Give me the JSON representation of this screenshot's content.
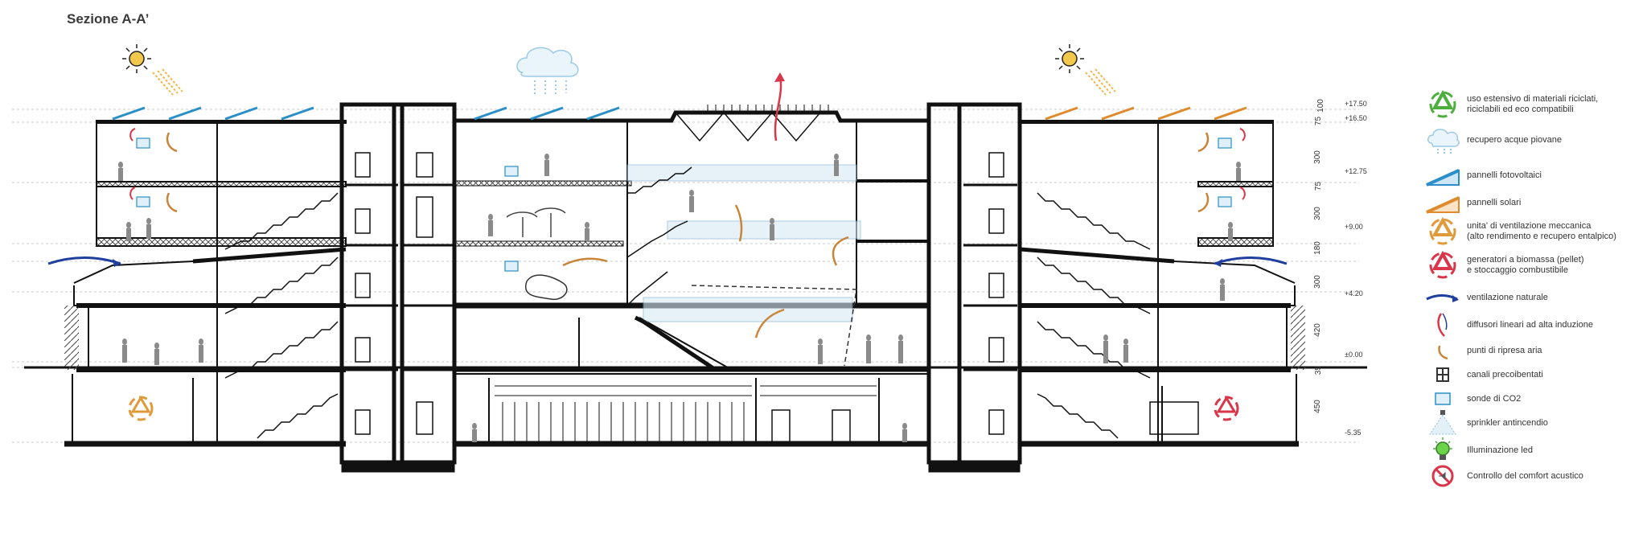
{
  "title": "Sezione A-A’",
  "levels": [
    {
      "label": "+17.50"
    },
    {
      "label": "+16.50"
    },
    {
      "label": "+12.75"
    },
    {
      "label": "+9.00"
    },
    {
      "label": "+4.20"
    },
    {
      "label": "±0.00"
    },
    {
      "label": "-5.35"
    }
  ],
  "dimensions": [
    "75",
    "100",
    "300",
    "75",
    "300",
    "180",
    "300",
    "420",
    "35",
    "450"
  ],
  "co2_label": "CO₂",
  "legend": [
    {
      "icon": "recycle-green-icon",
      "color": "#4caf3c",
      "text": "uso estensivo di materiali riciclati,\nriciclabili ed eco compatibili"
    },
    {
      "icon": "rain-cloud-icon",
      "color": "#9cc9e6",
      "text": "recupero acque piovane"
    },
    {
      "icon": "photovoltaic-panel-icon",
      "color": "#2a8fc8",
      "text": "pannelli fotovoltaici"
    },
    {
      "icon": "solar-panel-icon",
      "color": "#e08a2e",
      "text": "pannelli solari"
    },
    {
      "icon": "recycle-orange-icon",
      "color": "#e09a3a",
      "text": "unita' di ventilazione meccanica\n(alto rendimento e recupero entalpico)"
    },
    {
      "icon": "recycle-red-icon",
      "color": "#d9364a",
      "text": "generatori a biomassa (pellet)\ne stoccaggio combustibile"
    },
    {
      "icon": "natural-ventilation-arrow-icon",
      "color": "#1f3f9e",
      "text": "ventilazione naturale"
    },
    {
      "icon": "induction-diffuser-icon",
      "color": "#d9364a",
      "text": "diffusori lineari ad alta induzione"
    },
    {
      "icon": "air-return-icon",
      "color": "#c8853a",
      "text": "punti di ripresa aria"
    },
    {
      "icon": "prebent-duct-icon",
      "color": "#333333",
      "text": "canali precoibentati"
    },
    {
      "icon": "co2-probe-icon",
      "color": "#2a8fc8",
      "text": "sonde di CO2"
    },
    {
      "icon": "sprinkler-icon",
      "color": "#8fc0e0",
      "text": "sprinkler antincendio"
    },
    {
      "icon": "led-bulb-icon",
      "color": "#4caf3c",
      "text": "Illuminazione led"
    },
    {
      "icon": "acoustic-control-icon",
      "color": "#d9364a",
      "text": "Controllo del comfort acustico"
    }
  ]
}
